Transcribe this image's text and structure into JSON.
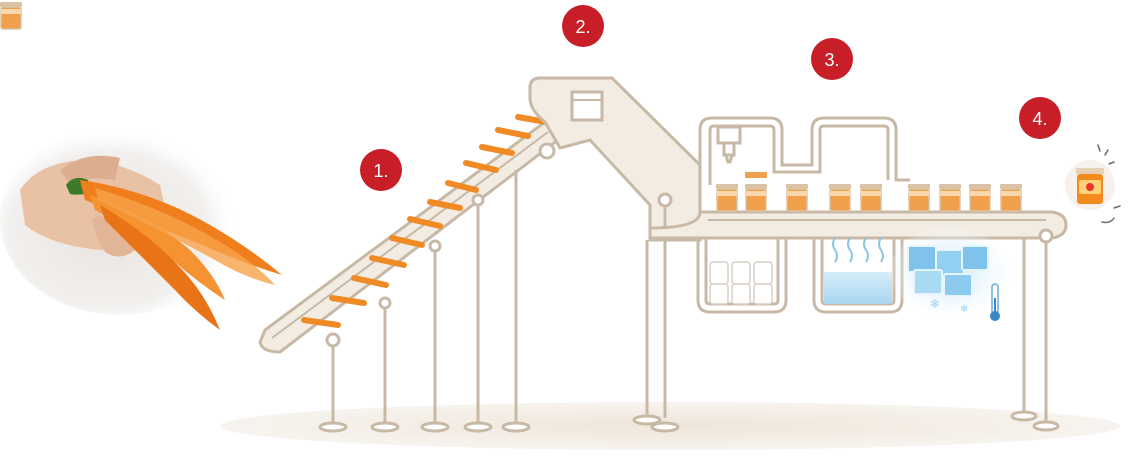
{
  "steps": [
    {
      "label": "1."
    },
    {
      "label": "2."
    },
    {
      "label": "3."
    },
    {
      "label": "4."
    }
  ],
  "colors": {
    "badge": "#c81e28",
    "frame": "#c8b8a6",
    "frame_fill": "#f3ece2",
    "carrot": "#f08a24",
    "jar_fill": "#f0a04a",
    "jar_lid": "#d9c2a6",
    "water": "#bfe1f3",
    "ice": "#9fd3f0",
    "floor": "#f1ebe2"
  },
  "icons": {
    "hand": "hand-holding-carrots-icon",
    "dispenser": "filling-nozzle-icon",
    "thermometer": "thermometer-icon",
    "product": "baby-food-jar-icon"
  }
}
